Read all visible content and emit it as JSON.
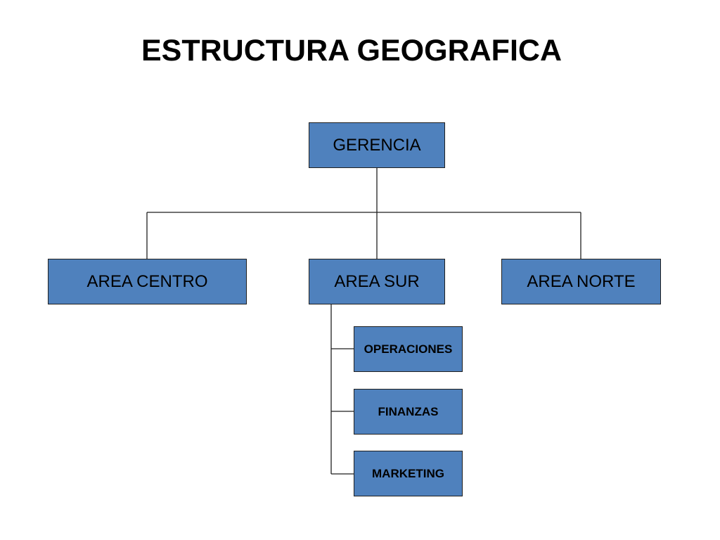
{
  "title": "ESTRUCTURA GEOGRAFICA",
  "colors": {
    "box_fill": "#4f81bd",
    "line": "#1f1f1f",
    "title": "#000000"
  },
  "nodes": {
    "gerencia": "GERENCIA",
    "area_centro": "AREA CENTRO",
    "area_sur": "AREA SUR",
    "area_norte": "AREA NORTE",
    "operaciones": "OPERACIONES",
    "finanzas": "FINANZAS",
    "marketing": "MARKETING"
  },
  "hierarchy": {
    "GERENCIA": [
      "AREA CENTRO",
      "AREA SUR",
      "AREA NORTE"
    ],
    "AREA SUR": [
      "OPERACIONES",
      "FINANZAS",
      "MARKETING"
    ]
  }
}
